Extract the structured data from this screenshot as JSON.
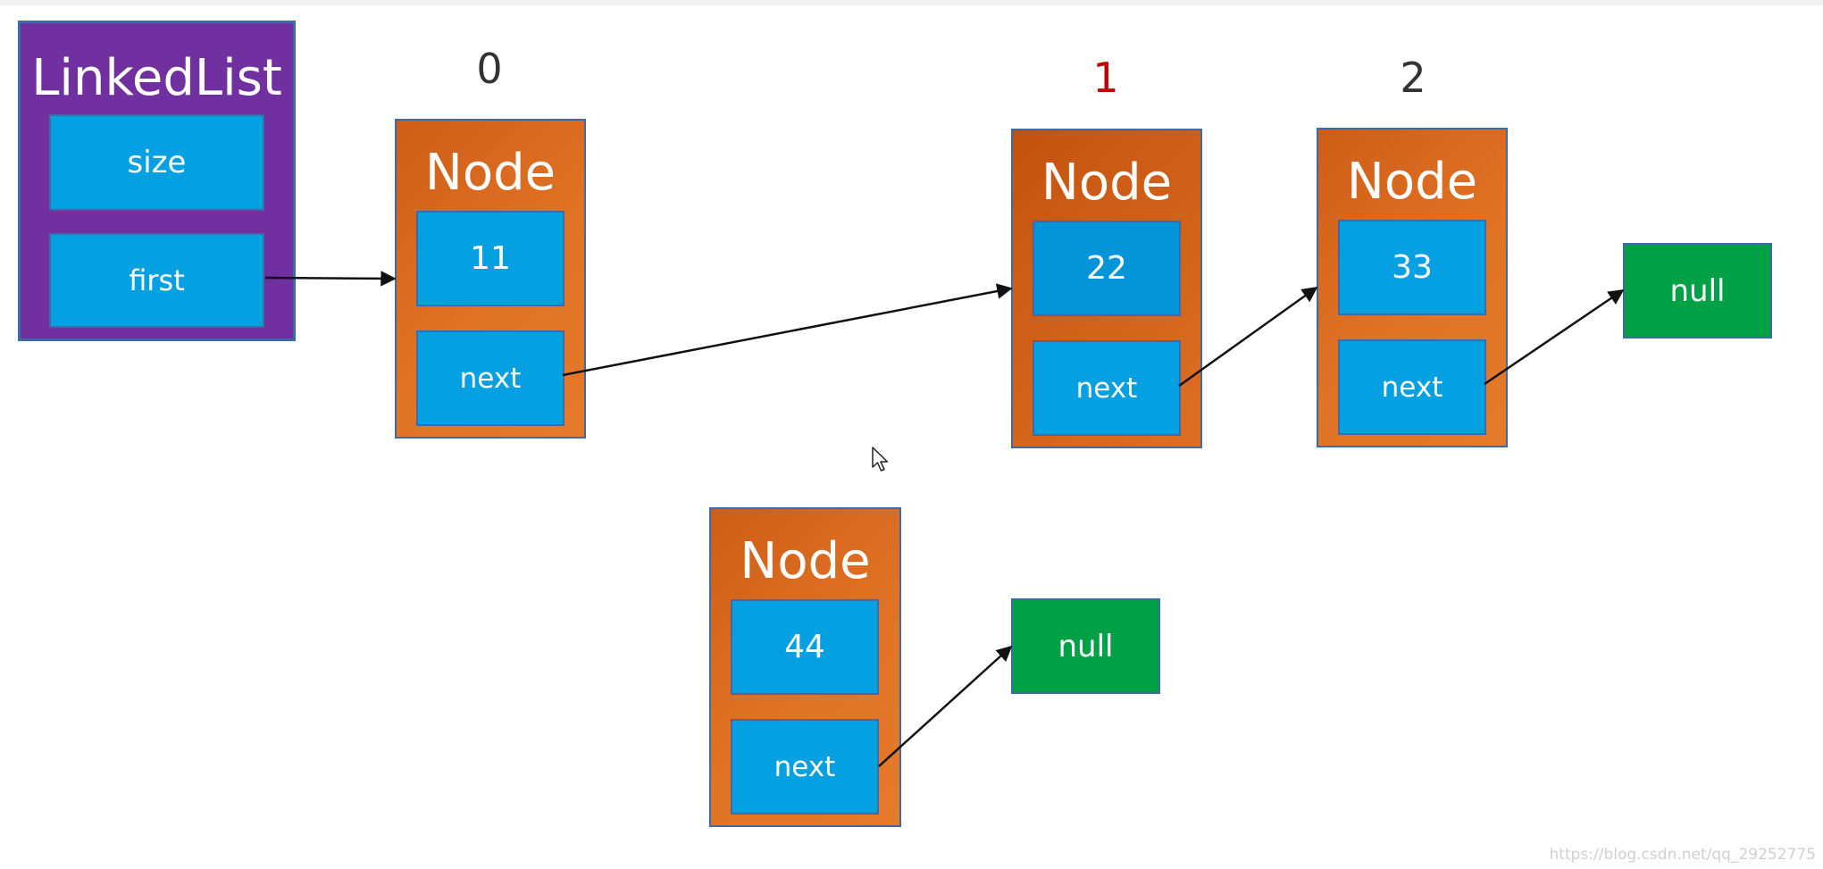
{
  "linkedlist": {
    "title": "LinkedList",
    "size_label": "size",
    "first_label": "first"
  },
  "node_title": "Node",
  "next_label": "next",
  "null_label": "null",
  "indices": [
    "0",
    "1",
    "2"
  ],
  "highlight_color": "#c00000",
  "nodes": [
    {
      "index": "0",
      "value": "11"
    },
    {
      "index": "1",
      "value": "22"
    },
    {
      "index": "2",
      "value": "33"
    },
    {
      "index": "",
      "value": "44"
    }
  ],
  "watermark": "https://blog.csdn.net/qq_29252775"
}
